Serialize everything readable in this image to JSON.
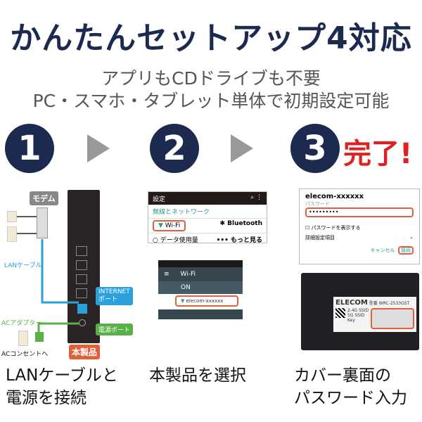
{
  "header": {
    "title": "かんたんセットアップ4対応",
    "subtitle_line1": "アプリもCDドライブも不要",
    "subtitle_line2": "PC・スマホ・タブレット単体で初期設定可能"
  },
  "steps": [
    {
      "number": "1",
      "caption_line1": "LANケーブルと",
      "caption_line2": "電源を接続"
    },
    {
      "number": "2",
      "caption_line1": "本製品を選択",
      "caption_line2": ""
    },
    {
      "number": "3",
      "caption_line1": "カバー裏面の",
      "caption_line2": "パスワード入力"
    }
  ],
  "complete_label": "完了!",
  "diagram": {
    "modem": "モデム",
    "lan_cable": "LANケーブル",
    "internet_port": "INTERNET\nポート",
    "ac_adapter": "ACアダプター",
    "power_port": "電源ポート",
    "ac_outlet": "ACコンセントへ",
    "product": "本製品"
  },
  "settings_screen": {
    "title": "設定",
    "section": "無線とネットワーク",
    "wifi": "Wi-Fi",
    "bluetooth": "Bluetooth",
    "data_usage": "データ使用量",
    "more": "もっと見る"
  },
  "wifi_screen": {
    "title": "Wi-Fi",
    "status": "ON",
    "network": "elecom-xxxxxx"
  },
  "password_dialog": {
    "ssid": "elecom-xxxxxx",
    "password_label": "パスワード",
    "password_value": "•••••••••",
    "show_password": "パスワードを表示する",
    "advanced": "詳細設定項目",
    "cancel": "キャンセル",
    "connect": "接続"
  },
  "label_photo": {
    "brand": "ELECOM",
    "model": "型番 WRC-2533GST",
    "ssid_24": "2.4G SSID",
    "ssid_5": "5G SSID",
    "key": "Key"
  },
  "colors": {
    "navy": "#1d2a50",
    "red": "#e02020",
    "blue": "#2aa0dc",
    "green": "#5ab046",
    "orange": "#e0603a"
  }
}
